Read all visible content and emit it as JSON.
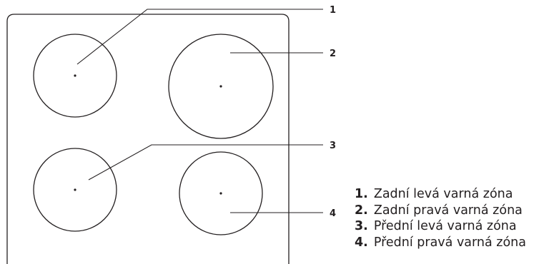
{
  "diagram": {
    "callouts": [
      "1",
      "2",
      "3",
      "4"
    ]
  },
  "legend": {
    "items": [
      {
        "number": "1.",
        "label": "Zadní levá varná zóna"
      },
      {
        "number": "2.",
        "label": "Zadní pravá varná zóna"
      },
      {
        "number": "3.",
        "label": "Přední levá varná zóna"
      },
      {
        "number": "4.",
        "label": "Přední pravá varná zóna"
      }
    ]
  },
  "colors": {
    "stroke": "#231f20",
    "background": "#ffffff"
  }
}
